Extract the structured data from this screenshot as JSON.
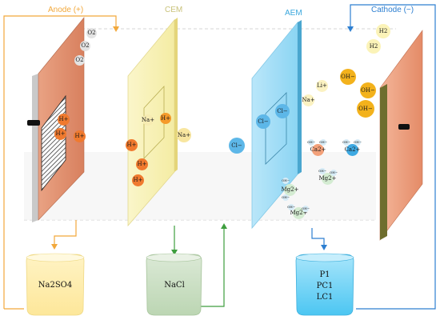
{
  "labels": {
    "anode": "Anode (+)",
    "cem": "CEM",
    "aem": "AEM",
    "cathode": "Cathode (−)"
  },
  "colors": {
    "anode": "#f2a83b",
    "cem": "#d6cf79",
    "aem": "#3aa7dd",
    "cathode": "#2d7fd1",
    "green_line": "#3e9e3e"
  },
  "ions": {
    "o2": "O2",
    "h2": "H2",
    "h_plus": "H+",
    "na_plus": "Na+",
    "cl_minus": "Cl−",
    "li_plus": "Li+",
    "oh_minus": "OH−",
    "ca": "Ca2+",
    "mg": "Mg2+"
  },
  "beakers": {
    "anode_tank": {
      "line1": "Na2SO4"
    },
    "feed_tank": {
      "line1": "NaCl"
    },
    "product_tank": {
      "line1": "P1",
      "line2": "PC1",
      "line3": "LC1"
    }
  }
}
